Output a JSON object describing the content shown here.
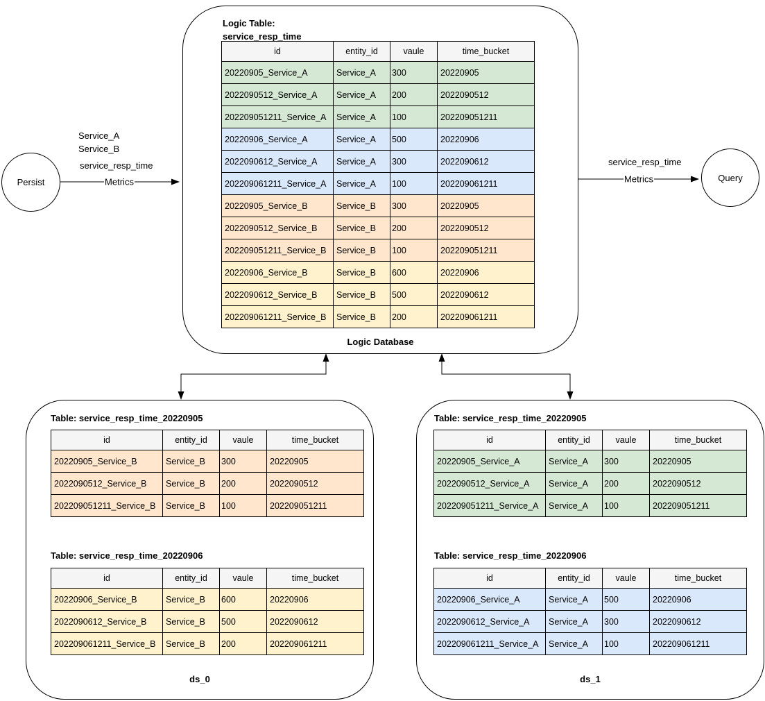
{
  "nodes": {
    "persist_label": "Persist",
    "query_label": "Query"
  },
  "edges": {
    "left": {
      "services": [
        "Service_A",
        "Service_B"
      ],
      "metric": "service_resp_time",
      "label": "Metrics"
    },
    "right": {
      "metric": "service_resp_time",
      "label": "Metrics"
    }
  },
  "logic_database": {
    "title_line1": "Logic Table:",
    "title_line2": "service_resp_time",
    "caption": "Logic Database",
    "columns": [
      "id",
      "entity_id",
      "vaule",
      "time_bucket"
    ],
    "rows": [
      {
        "id": "20220905_Service_A",
        "entity_id": "Service_A",
        "vaule": "300",
        "time_bucket": "20220905",
        "color": "green"
      },
      {
        "id": "2022090512_Service_A",
        "entity_id": "Service_A",
        "vaule": "200",
        "time_bucket": "2022090512",
        "color": "green"
      },
      {
        "id": "202209051211_Service_A",
        "entity_id": "Service_A",
        "vaule": "100",
        "time_bucket": "202209051211",
        "color": "green"
      },
      {
        "id": "20220906_Service_A",
        "entity_id": "Service_A",
        "vaule": "500",
        "time_bucket": "20220906",
        "color": "blue"
      },
      {
        "id": "2022090612_Service_A",
        "entity_id": "Service_A",
        "vaule": "300",
        "time_bucket": "2022090612",
        "color": "blue"
      },
      {
        "id": "202209061211_Service_A",
        "entity_id": "Service_A",
        "vaule": "100",
        "time_bucket": "202209061211",
        "color": "blue"
      },
      {
        "id": "20220905_Service_B",
        "entity_id": "Service_B",
        "vaule": "300",
        "time_bucket": "20220905",
        "color": "orange"
      },
      {
        "id": "2022090512_Service_B",
        "entity_id": "Service_B",
        "vaule": "200",
        "time_bucket": "2022090512",
        "color": "orange"
      },
      {
        "id": "202209051211_Service_B",
        "entity_id": "Service_B",
        "vaule": "100",
        "time_bucket": "202209051211",
        "color": "orange"
      },
      {
        "id": "20220906_Service_B",
        "entity_id": "Service_B",
        "vaule": "600",
        "time_bucket": "20220906",
        "color": "yellow"
      },
      {
        "id": "2022090612_Service_B",
        "entity_id": "Service_B",
        "vaule": "500",
        "time_bucket": "2022090612",
        "color": "yellow"
      },
      {
        "id": "202209061211_Service_B",
        "entity_id": "Service_B",
        "vaule": "200",
        "time_bucket": "202209061211",
        "color": "yellow"
      }
    ]
  },
  "ds_0": {
    "caption": "ds_0",
    "tables": [
      {
        "title": "Table: service_resp_time_20220905",
        "columns": [
          "id",
          "entity_id",
          "vaule",
          "time_bucket"
        ],
        "rows": [
          {
            "id": "20220905_Service_B",
            "entity_id": "Service_B",
            "vaule": "300",
            "time_bucket": "20220905",
            "color": "orange"
          },
          {
            "id": "2022090512_Service_B",
            "entity_id": "Service_B",
            "vaule": "200",
            "time_bucket": "2022090512",
            "color": "orange"
          },
          {
            "id": "202209051211_Service_B",
            "entity_id": "Service_B",
            "vaule": "100",
            "time_bucket": "202209051211",
            "color": "orange"
          }
        ]
      },
      {
        "title": "Table: service_resp_time_20220906",
        "columns": [
          "id",
          "entity_id",
          "vaule",
          "time_bucket"
        ],
        "rows": [
          {
            "id": "20220906_Service_B",
            "entity_id": "Service_B",
            "vaule": "600",
            "time_bucket": "20220906",
            "color": "yellow"
          },
          {
            "id": "2022090612_Service_B",
            "entity_id": "Service_B",
            "vaule": "500",
            "time_bucket": "2022090612",
            "color": "yellow"
          },
          {
            "id": "202209061211_Service_B",
            "entity_id": "Service_B",
            "vaule": "200",
            "time_bucket": "202209061211",
            "color": "yellow"
          }
        ]
      }
    ]
  },
  "ds_1": {
    "caption": "ds_1",
    "tables": [
      {
        "title": "Table: service_resp_time_20220905",
        "columns": [
          "id",
          "entity_id",
          "vaule",
          "time_bucket"
        ],
        "rows": [
          {
            "id": "20220905_Service_A",
            "entity_id": "Service_A",
            "vaule": "300",
            "time_bucket": "20220905",
            "color": "green"
          },
          {
            "id": "2022090512_Service_A",
            "entity_id": "Service_A",
            "vaule": "200",
            "time_bucket": "2022090512",
            "color": "green"
          },
          {
            "id": "202209051211_Service_A",
            "entity_id": "Service_A",
            "vaule": "100",
            "time_bucket": "202209051211",
            "color": "green"
          }
        ]
      },
      {
        "title": "Table: service_resp_time_20220906",
        "columns": [
          "id",
          "entity_id",
          "vaule",
          "time_bucket"
        ],
        "rows": [
          {
            "id": "20220906_Service_A",
            "entity_id": "Service_A",
            "vaule": "500",
            "time_bucket": "20220906",
            "color": "blue"
          },
          {
            "id": "2022090612_Service_A",
            "entity_id": "Service_A",
            "vaule": "300",
            "time_bucket": "2022090612",
            "color": "blue"
          },
          {
            "id": "202209061211_Service_A",
            "entity_id": "Service_A",
            "vaule": "100",
            "time_bucket": "202209061211",
            "color": "blue"
          }
        ]
      }
    ]
  },
  "colors": {
    "row_green": "#d5e8d4",
    "row_blue": "#dae8fc",
    "row_orange": "#ffe6cc",
    "row_yellow": "#fff2cc",
    "header_bg": "#f5f5f5",
    "line": "#000000"
  }
}
